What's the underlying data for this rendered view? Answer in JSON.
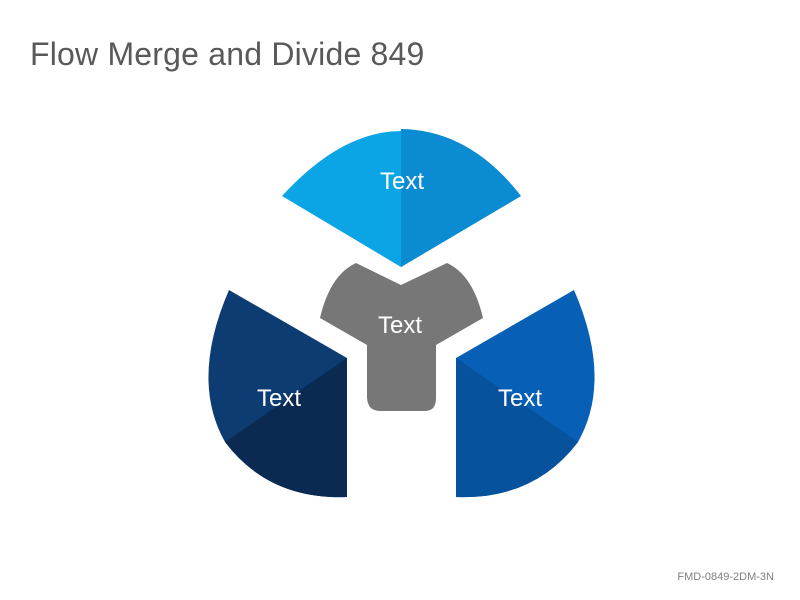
{
  "slide": {
    "title": "Flow Merge and Divide 849",
    "footer_code": "FMD-0849-2DM-3N"
  },
  "diagram": {
    "center": {
      "label": "Text",
      "color": "#777777"
    },
    "segments": [
      {
        "id": "top",
        "label": "Text",
        "color": "#0ba5e6",
        "shade": "#0b8bd2"
      },
      {
        "id": "left",
        "label": "Text",
        "color": "#0d3c73",
        "shade": "#0a2a52"
      },
      {
        "id": "right",
        "label": "Text",
        "color": "#0760b6",
        "shade": "#06529c"
      }
    ]
  }
}
